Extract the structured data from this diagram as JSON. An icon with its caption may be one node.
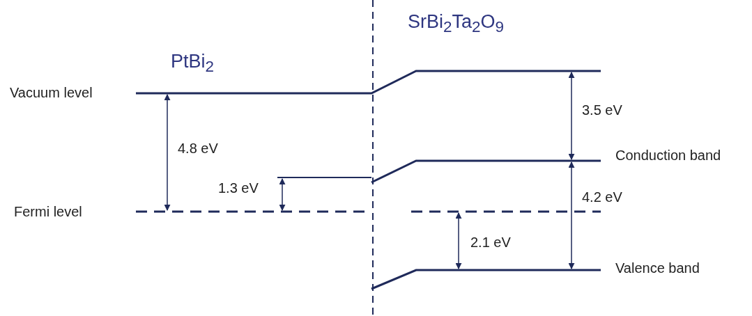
{
  "diagram": {
    "labels": [
      "PtBi$_{2}$",
      "SrBi$_{2}$Ta$_{2}$O$_{9}$",
      "Vacuum level",
      "4.8 eV",
      "1.3 eV",
      "Fermi level",
      "3.5 eV",
      "Conduction band",
      "4.2 eV",
      "2.1 eV",
      "Valence band"
    ]
  }
}
